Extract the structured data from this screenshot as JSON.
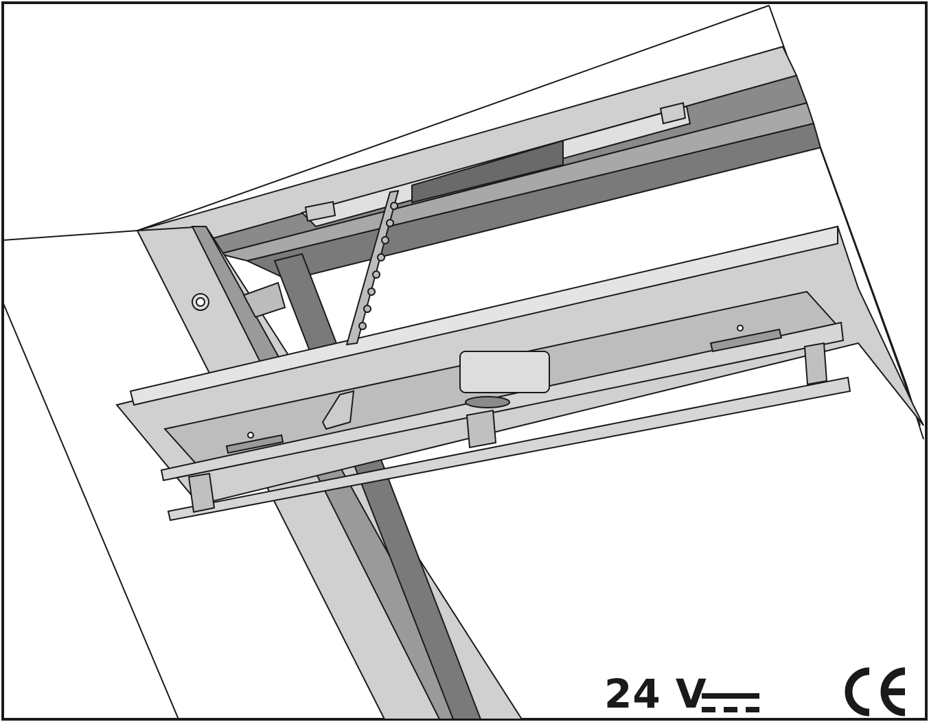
{
  "figure": {
    "kind": "technical-illustration",
    "subject-icon": "roof-window-with-chain-actuator-icon",
    "colors": {
      "outline": "#1a1a1a",
      "light-grey": "#d0d0d0",
      "mid-grey": "#a8a8a8",
      "dark-grey": "#7a7a7a",
      "background": "#ffffff"
    }
  },
  "voltage_label": "24 V",
  "dc_symbol": "dc-current-symbol",
  "ce_mark": "ce-conformity-mark"
}
